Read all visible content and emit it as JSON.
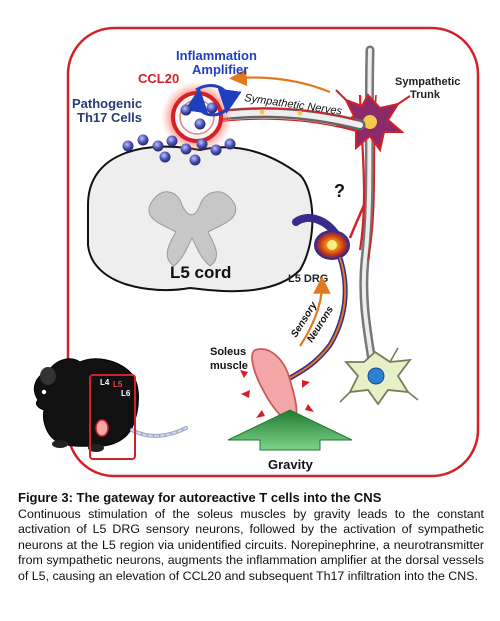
{
  "labels": {
    "inflammation_amplifier_line1": "Inflammation",
    "inflammation_amplifier_line2": "Amplifier",
    "ccl20": "CCL20",
    "pathogenic_line1": "Pathogenic",
    "pathogenic_line2": "Th17 Cells",
    "sympathetic_nerves": "Sympathetic Nerves",
    "sympathetic_trunk_line1": "Sympathetic",
    "sympathetic_trunk_line2": "Trunk",
    "question_mark": "?",
    "l5_cord": "L5 cord",
    "l5_drg": "L5 DRG",
    "sensory_line1": "Sensory",
    "sensory_line2": "Neurons",
    "soleus_line1": "Soleus",
    "soleus_line2": "muscle",
    "gravity": "Gravity",
    "mouse_l4": "L4",
    "mouse_l5": "L5",
    "mouse_l6": "L6"
  },
  "caption": {
    "title": "Figure 3: The gateway for autoreactive T cells into the CNS",
    "body": "Continuous stimulation of the soleus muscles by gravity leads to the constant activation of L5 DRG sensory neurons, followed by the activation of sympathetic neurons at the L5 region via unidentified circuits. Norepinephrine, a neurotransmitter from sympathetic neurons, augments the inflammation amplifier at the dorsal vessels of L5, causing an elevation of CCL20 and subsequent Th17 infiltration into the CNS."
  },
  "colors": {
    "frame_red": "#d42027",
    "amplifier_blue": "#1f3fbf",
    "label_navy": "#2a3a7a",
    "nerve_orange": "#e07a1f",
    "gravity_green": "#2f9e44"
  }
}
